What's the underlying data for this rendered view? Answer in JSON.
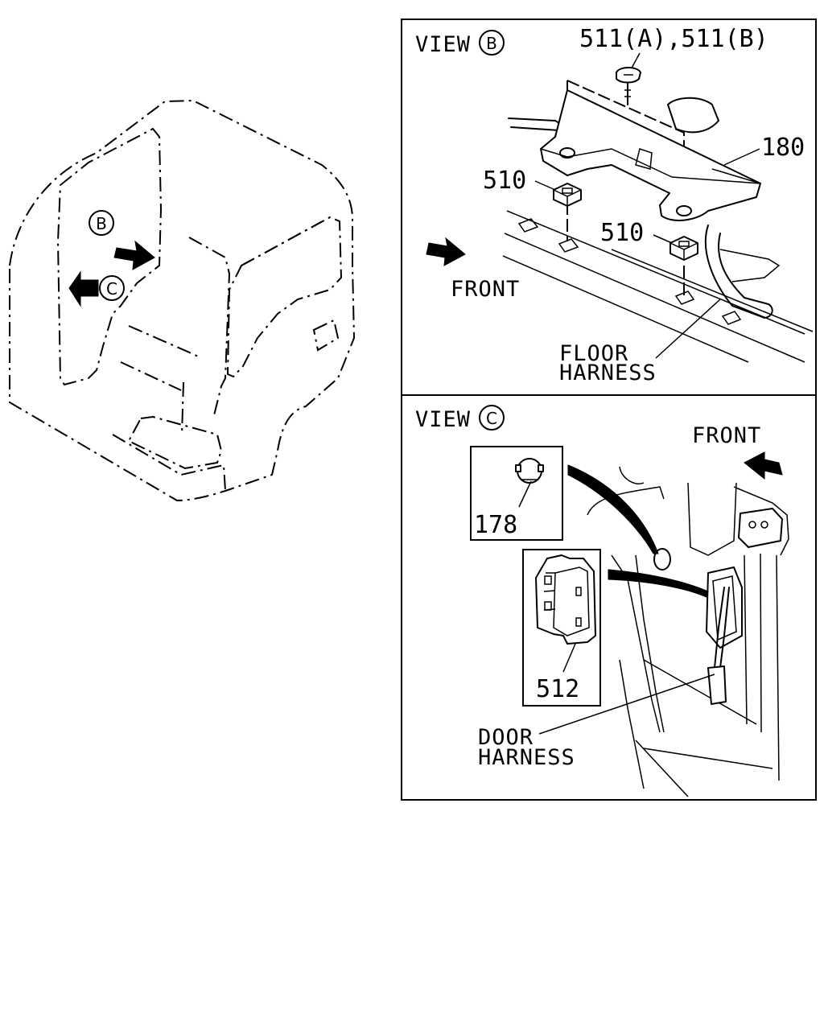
{
  "overview": {
    "marker_b": "B",
    "marker_c": "C"
  },
  "view_b": {
    "title_prefix": "VIEW",
    "title_marker": "B",
    "part_511": "511(A),511(B)",
    "part_180": "180",
    "part_510_left": "510",
    "part_510_right": "510",
    "front_label": "FRONT",
    "floor_harness_line1": "FLOOR",
    "floor_harness_line2": "HARNESS"
  },
  "view_c": {
    "title_prefix": "VIEW",
    "title_marker": "C",
    "front_label": "FRONT",
    "part_178": "178",
    "part_512": "512",
    "door_harness_line1": "DOOR",
    "door_harness_line2": "HARNESS"
  }
}
